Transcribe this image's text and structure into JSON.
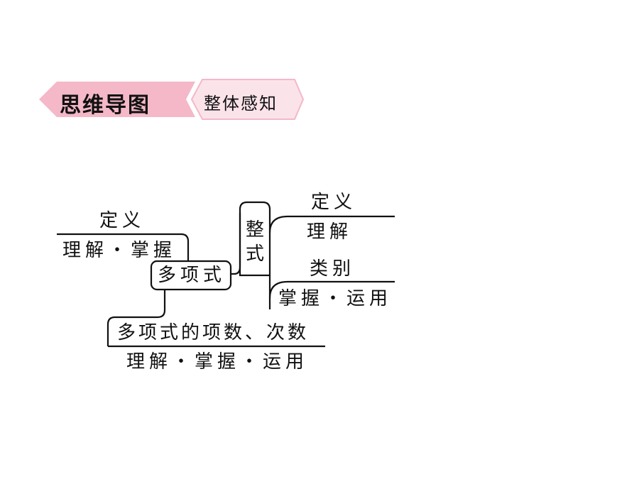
{
  "header": {
    "title": "思维导图",
    "subtitle": "整体感知",
    "accent_color": "#f4b8c8",
    "accent_light": "#fbe3ea"
  },
  "map": {
    "center": "多项式",
    "left_top": {
      "concept": "定义",
      "requirement": "理解・掌握"
    },
    "bottom": {
      "concept": "多项式的项数、次数",
      "requirement": "理解・掌握・运用"
    },
    "right_group": {
      "label": "整式",
      "label_chars": [
        "整",
        "式"
      ],
      "branches": [
        {
          "concept": "定义",
          "requirement": "理解"
        },
        {
          "concept": "类别",
          "requirement": "掌握・运用"
        }
      ]
    }
  }
}
